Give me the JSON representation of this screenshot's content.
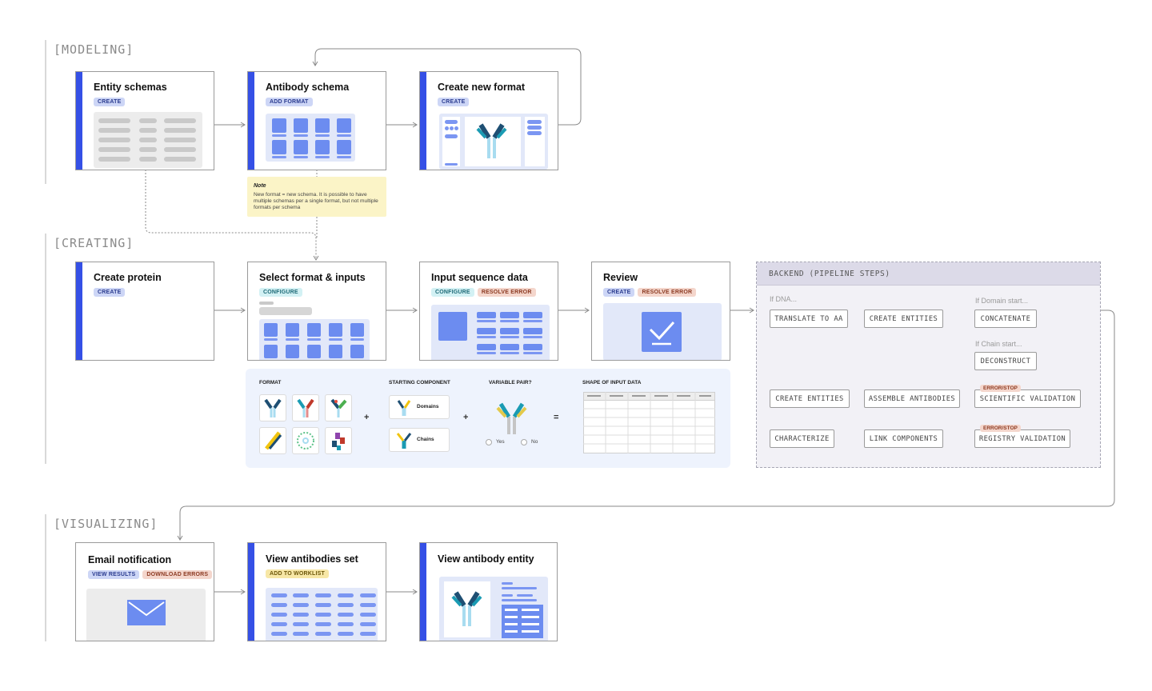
{
  "sections": {
    "modeling": "[MODELING]",
    "creating": "[CREATING]",
    "visualizing": "[VISUALIZING]"
  },
  "modeling": {
    "entity_schemas": {
      "title": "Entity schemas",
      "tags": [
        "CREATE"
      ]
    },
    "antibody_schema": {
      "title": "Antibody schema",
      "tags": [
        "ADD FORMAT"
      ]
    },
    "create_format": {
      "title": "Create new format",
      "tags": [
        "CREATE"
      ]
    },
    "note": {
      "title": "Note",
      "body": "New format = new schema. It is possible to have multiple schemas per a single format, but not multiple formats per schema"
    }
  },
  "creating": {
    "create_protein": {
      "title": "Create protein",
      "tags": [
        "CREATE"
      ]
    },
    "select_format": {
      "title": "Select format & inputs",
      "tags": [
        "CONFIGURE"
      ]
    },
    "input_sequence": {
      "title": "Input sequence data",
      "tags": [
        "CONFIGURE",
        "RESOLVE ERROR"
      ]
    },
    "review": {
      "title": "Review",
      "tags": [
        "CREATE",
        "RESOLVE ERROR"
      ]
    },
    "config_panel": {
      "format_label": "FORMAT",
      "starting_label": "STARTING COMPONENT",
      "components": [
        "Domains",
        "Chains"
      ],
      "variable_label": "VARIABLE PAIR?",
      "options": [
        "Yes",
        "No"
      ],
      "shape_label": "SHAPE OF INPUT DATA",
      "plus": "+",
      "equals": "="
    }
  },
  "backend": {
    "title": "BACKEND (PIPELINE STEPS)",
    "conditions": [
      "If DNA...",
      "If Domain start...",
      "If Chain start..."
    ],
    "steps": {
      "translate": "TRANSLATE TO AA",
      "create_entities_1": "CREATE ENTITIES",
      "concatenate": "CONCATENATE",
      "deconstruct": "DECONSTRUCT",
      "create_entities_2": "CREATE ENTITIES",
      "assemble": "ASSEMBLE ANTIBODIES",
      "sci_validation": "SCIENTIFIC VALIDATION",
      "characterize": "CHARACTERIZE",
      "link": "LINK COMPONENTS",
      "reg_validation": "REGISTRY VALIDATION"
    },
    "error_badge": "ERROR/STOP"
  },
  "visualizing": {
    "email": {
      "title": "Email notification",
      "tags": [
        "VIEW RESULTS",
        "DOWNLOAD ERRORS"
      ]
    },
    "antibodies_set": {
      "title": "View antibodies set",
      "tags": [
        "ADD TO WORKLIST"
      ]
    },
    "antibody_entity": {
      "title": "View antibody entity",
      "tags": []
    }
  },
  "colors": {
    "accent": "#3550e6",
    "create_tag": "#cdd6f6",
    "configure_tag": "#d3f1f4",
    "error_tag": "#f4d6cc",
    "worklist_tag": "#f7e7a6",
    "note_bg": "#fbf4c7",
    "backend_bg": "#f2f1f6"
  }
}
